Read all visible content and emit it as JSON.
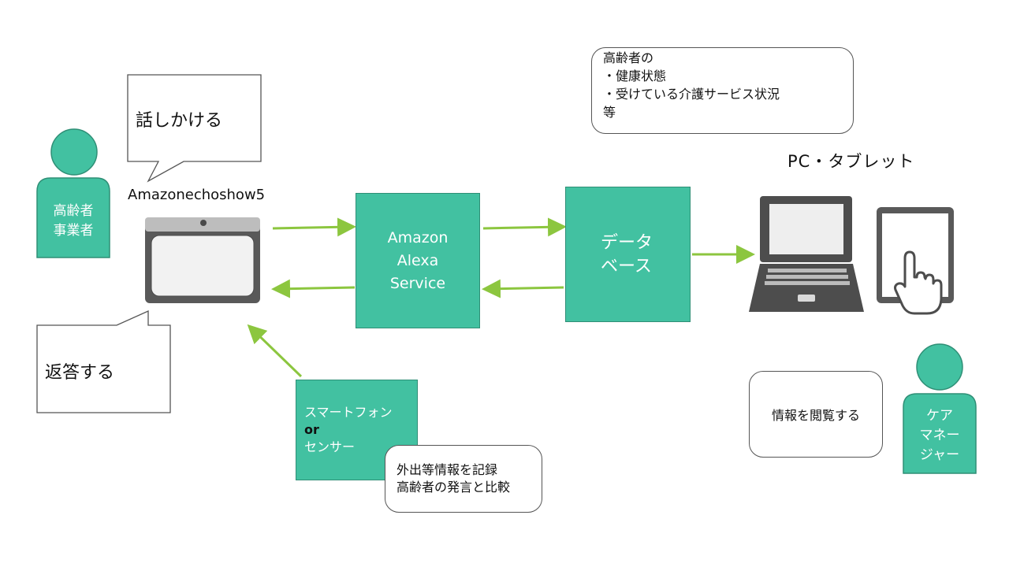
{
  "speech_bubbles": {
    "talk": "話しかける",
    "reply": "返答する"
  },
  "device": {
    "label": "Amazonechoshow5"
  },
  "actors": {
    "elderly_line1": "高齢者",
    "elderly_line2": "事業者",
    "care_manager_line1": "ケア",
    "care_manager_line2": "マネー",
    "care_manager_line3": "ジャー"
  },
  "alexa": {
    "line1": "Amazon",
    "line2": "Alexa",
    "line3": "Service"
  },
  "database": {
    "line1": "データ",
    "line2": "ベース"
  },
  "pc_tablet": {
    "label": "PC・タブレット"
  },
  "top_note": {
    "line1": "高齢者の",
    "line2": "・健康状態",
    "line3": "・受けている介護サービス状況",
    "line4": "等"
  },
  "browse_note": {
    "text": "情報を閲覧する"
  },
  "sensor": {
    "line1": "スマートフォン",
    "line2": "or",
    "line3": "センサー"
  },
  "record_note": {
    "line1": "外出等情報を記録",
    "line2": "高齢者の発言と比較"
  },
  "colors": {
    "accent": "#42c1a1",
    "arrow": "#8cc63f",
    "device_gray": "#595959"
  }
}
